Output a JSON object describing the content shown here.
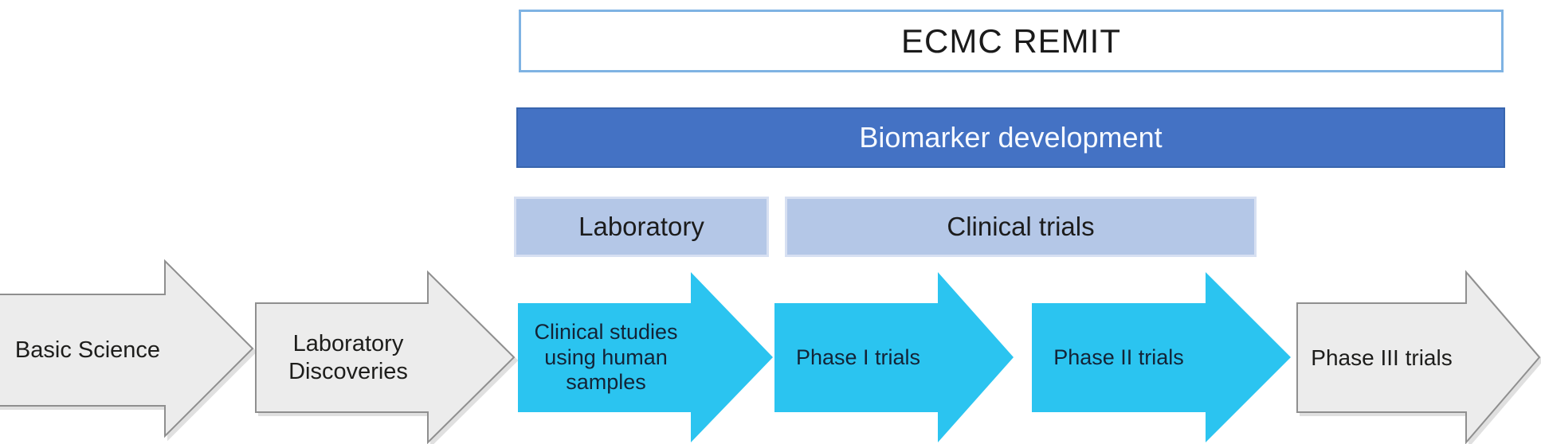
{
  "header": {
    "remit_label": "ECMC REMIT",
    "biomarker_label": "Biomarker development"
  },
  "stage_bars": [
    {
      "label": "Laboratory"
    },
    {
      "label": "Clinical trials"
    }
  ],
  "arrows": [
    {
      "label": "Basic Science",
      "style": "gray"
    },
    {
      "label": "Laboratory\nDiscoveries",
      "style": "gray"
    },
    {
      "label": "Clinical studies\nusing human\nsamples",
      "style": "cyan"
    },
    {
      "label": "Phase I trials",
      "style": "cyan"
    },
    {
      "label": "Phase II trials",
      "style": "cyan"
    },
    {
      "label": "Phase III trials",
      "style": "gray"
    }
  ],
  "colors": {
    "biomarker_bar": "#4472C4",
    "biomarker_border": "#3865AE",
    "stage_bar": "#B4C7E7",
    "cyan_arrow": "#2BC4F0",
    "gray_arrow": "#ECECEC",
    "gray_arrow_border": "#8F8F8F",
    "remit_border": "#7FB3E3",
    "text_dark": "#1D1D1B",
    "text_on_blue": "#F7FAFF"
  }
}
